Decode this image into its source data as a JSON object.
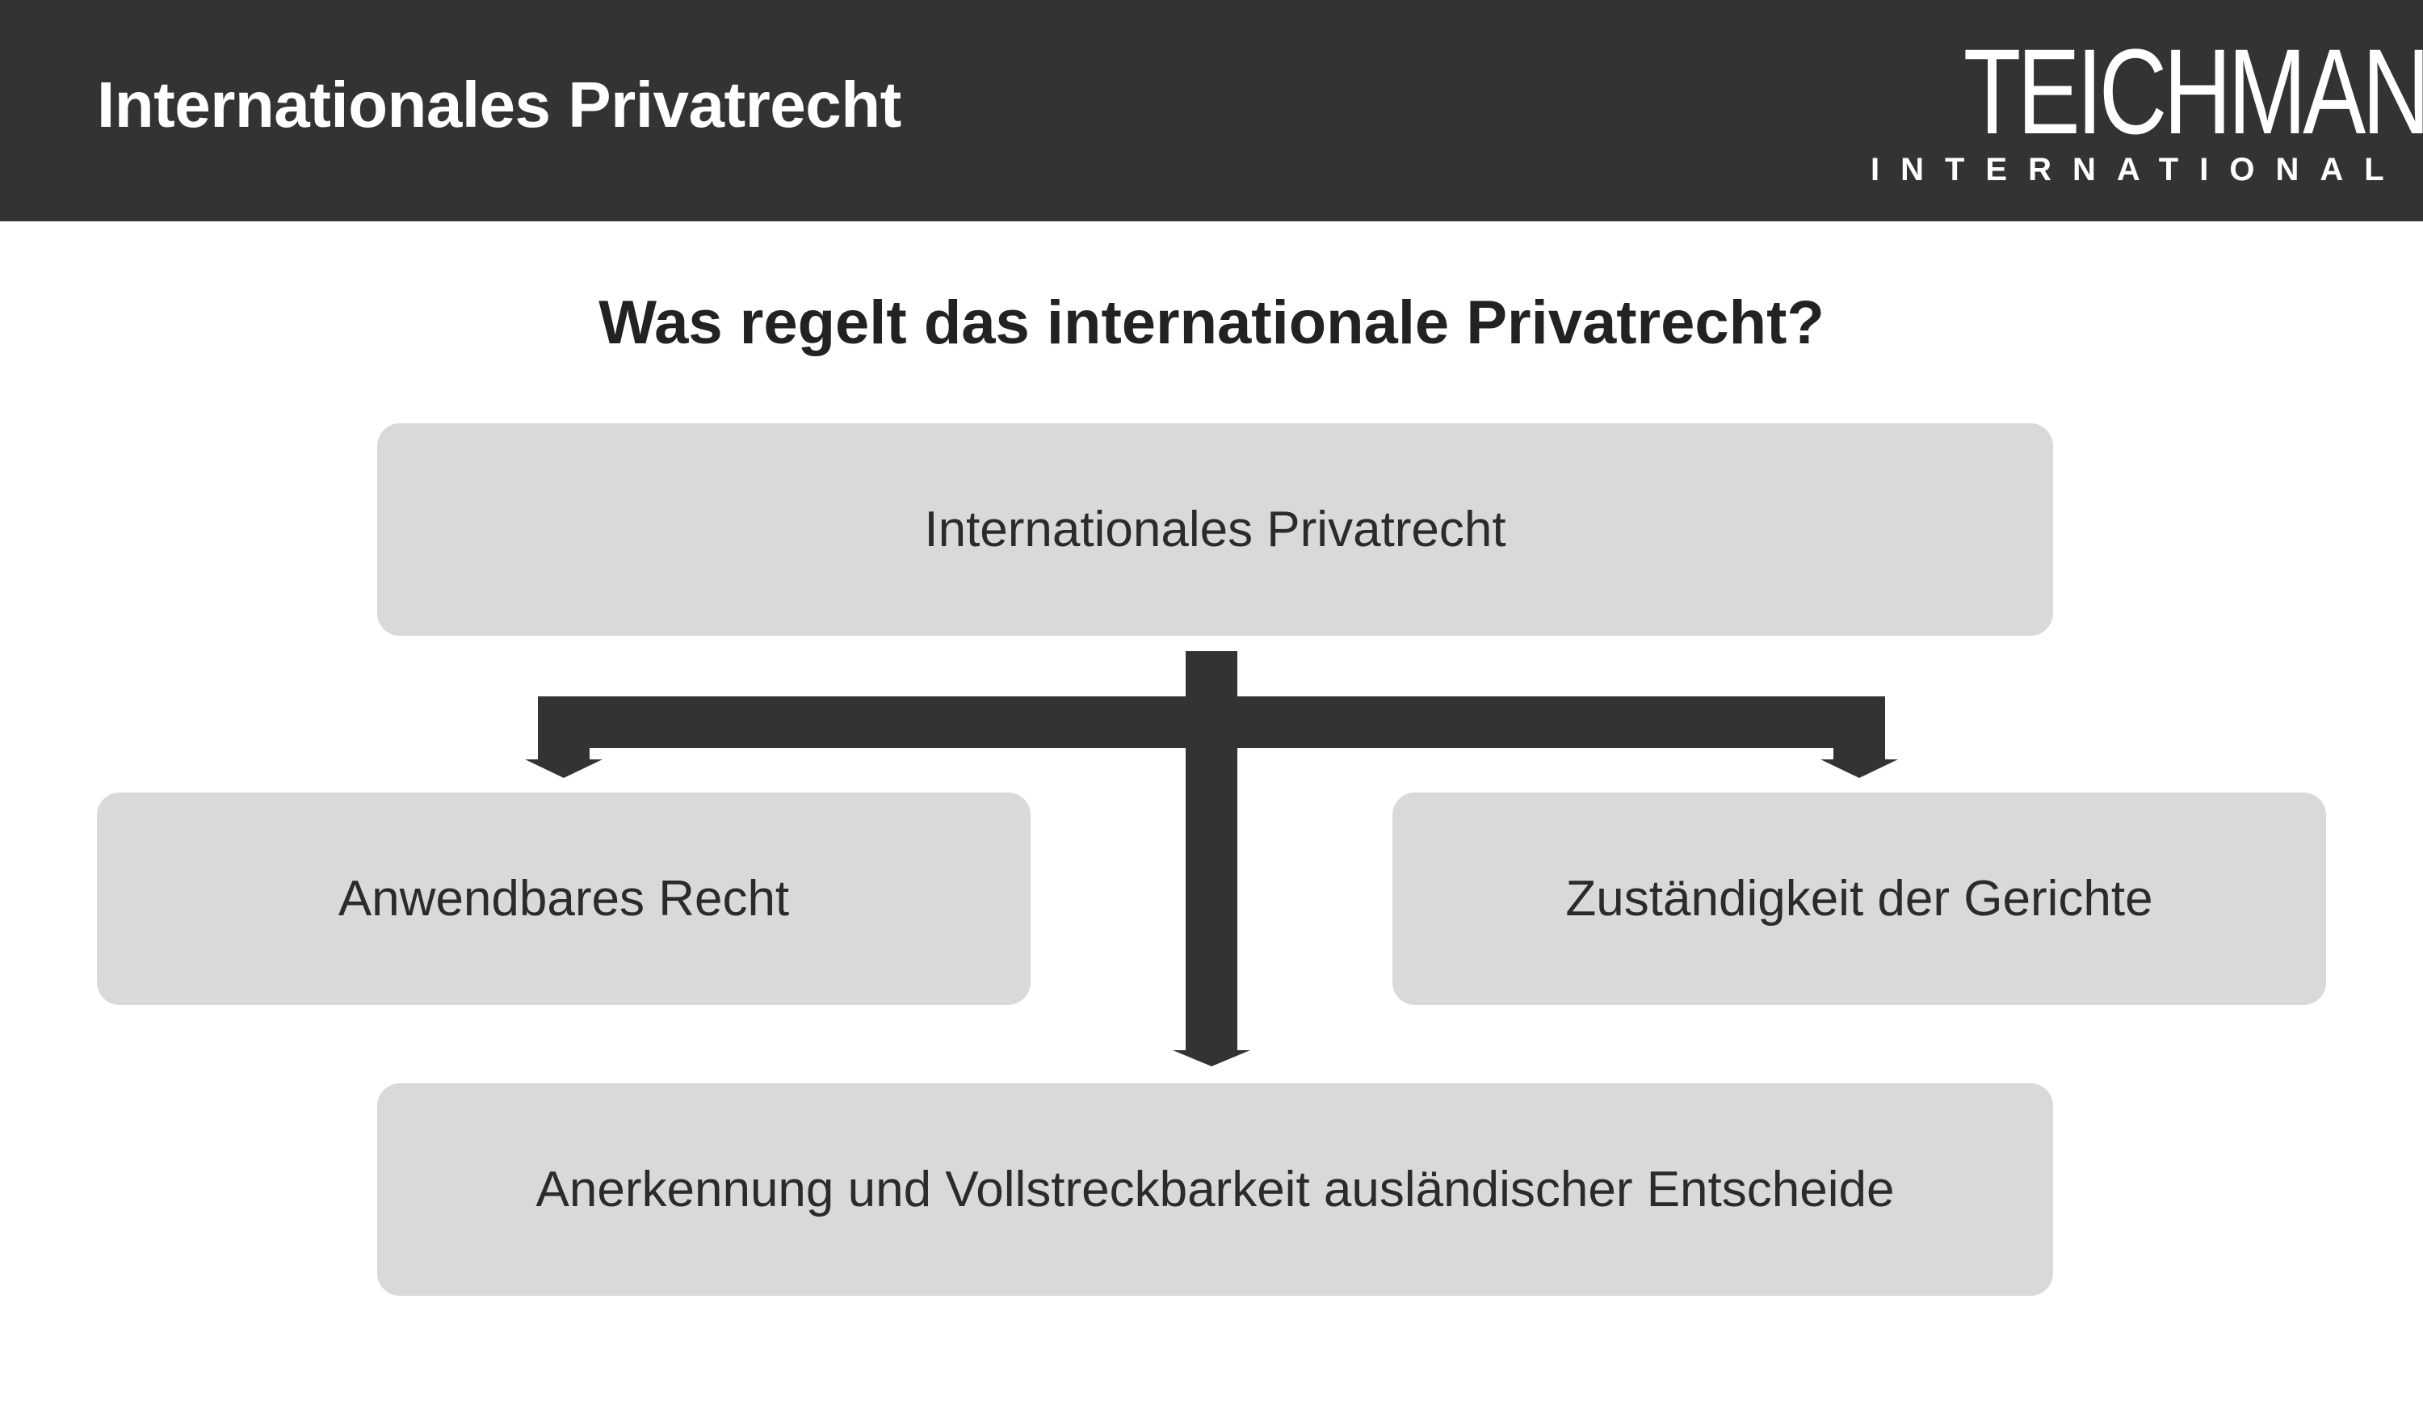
{
  "header": {
    "title": "Internationales Privatrecht",
    "logo_name": "TEICHMANN",
    "logo_subtitle": "INTERNATIONAL"
  },
  "question": "Was regelt das internationale Privatrecht?",
  "diagram": {
    "root": "Internationales Privatrecht",
    "left": "Anwendbares Recht",
    "right": "Zuständigkeit der Gerichte",
    "bottom": "Anerkennung und Vollstreckbarkeit ausländischer Entscheide"
  },
  "colors": {
    "header_background": "#333333",
    "box_fill": "#d9d9d9",
    "arrow": "#333333"
  }
}
